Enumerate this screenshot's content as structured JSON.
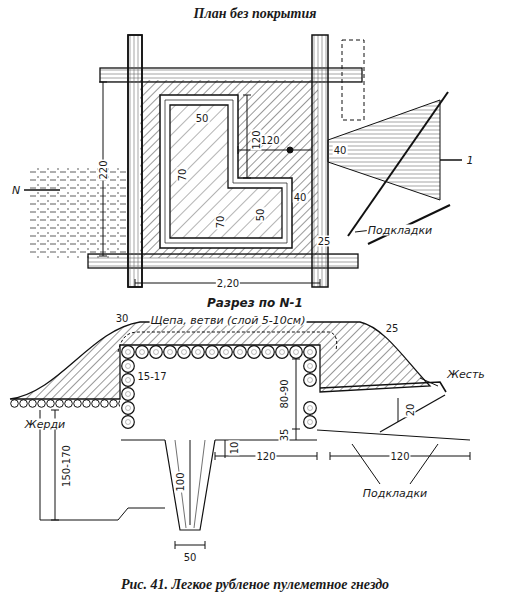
{
  "diagram": {
    "title": "План без покрытия",
    "caption": "Рис. 41. Легкое рубленое пулеметное гнездо",
    "labels": [
      "N",
      "1",
      "120",
      "40",
      "50",
      "120",
      "70",
      "220",
      "70",
      "50",
      "40",
      "25",
      "2,20",
      "Подкладки",
      "Разрез по N-1",
      "30",
      "Щепа, ветви (слой 5-10см)",
      "25",
      "15-17",
      "80-90",
      "35",
      "Жесть",
      "20",
      "Жерди",
      "150-170",
      "100",
      "10",
      "120",
      "120",
      "Подкладки",
      "50"
    ]
  }
}
